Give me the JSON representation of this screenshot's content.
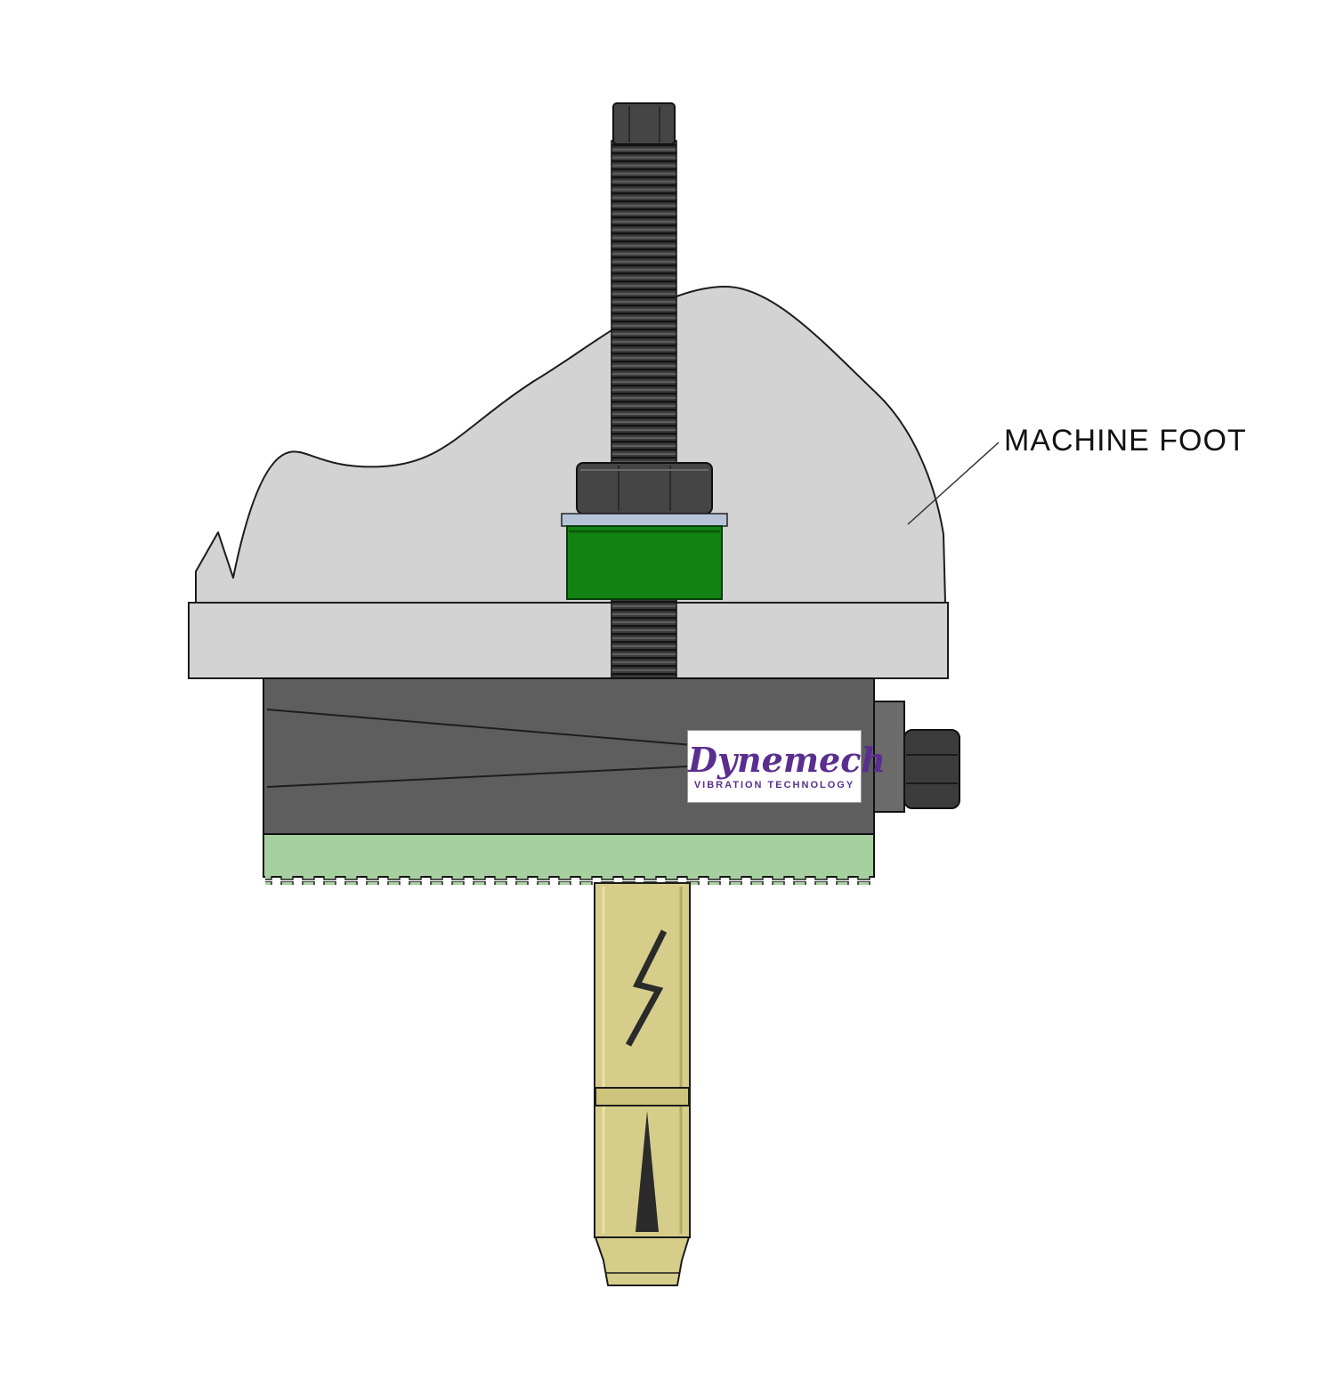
{
  "diagram": {
    "labels": {
      "machine_foot": "MACHINE FOOT"
    },
    "logo": {
      "brand": "Dynemech",
      "tagline": "VIBRATION TECHNOLOGY"
    },
    "colors": {
      "background": "#ffffff",
      "machine_foot": "#d3d3d3",
      "fastener_dark": "#454545",
      "stud_dark": "#3c3c3c",
      "washer": "#b7c3d7",
      "bushing": "#128312",
      "mount_body": "#5e5e5e",
      "side_plate": "#6b6b6b",
      "isolation_pad": "#a7d0a0",
      "anchor": "#d6cd8a",
      "anchor_collar": "#cdc37c",
      "expansion_dark": "#2b2b2b",
      "brand_purple": "#5a2e8e",
      "outline": "#1c1c1c"
    }
  }
}
